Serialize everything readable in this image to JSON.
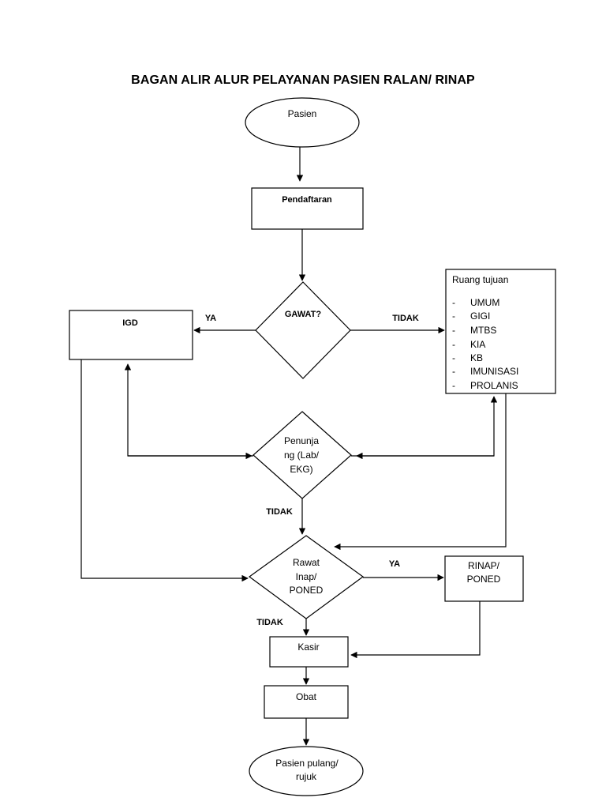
{
  "title": "BAGAN ALIR ALUR PELAYANAN PASIEN RALAN/ RINAP",
  "nodes": {
    "pasien": "Pasien",
    "pendaftaran": "Pendaftaran",
    "gawat": "GAWAT?",
    "igd": "IGD",
    "ruang_title": "Ruang tujuan",
    "ruang_items": [
      "UMUM",
      "GIGI",
      "MTBS",
      "KIA",
      "KB",
      "IMUNISASI",
      "PROLANIS"
    ],
    "bullet": "-",
    "penunjang": [
      "Penunja",
      "ng (Lab/",
      "EKG)"
    ],
    "rawat": [
      "Rawat",
      "Inap/",
      "PONED"
    ],
    "rinap": [
      "RINAP/",
      "PONED"
    ],
    "kasir": "Kasir",
    "obat": "Obat",
    "pulang": [
      "Pasien pulang/",
      "rujuk"
    ]
  },
  "edges": {
    "gawat_ya": "YA",
    "gawat_tidak": "TIDAK",
    "penunjang_tidak": "TIDAK",
    "rawat_ya": "YA",
    "rawat_tidak": "TIDAK"
  }
}
